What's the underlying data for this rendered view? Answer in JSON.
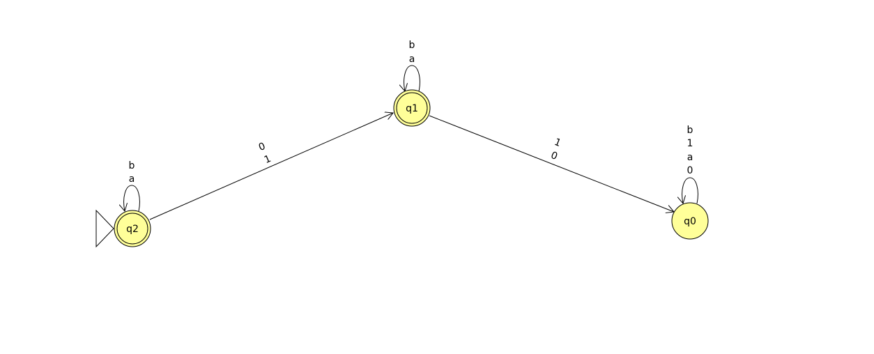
{
  "colors": {
    "state_fill": "#ffff99",
    "stroke": "#000000",
    "background": "#ffffff"
  },
  "states": {
    "q2": {
      "name": "q2",
      "initial": true,
      "accepting": true
    },
    "q1": {
      "name": "q1",
      "initial": false,
      "accepting": true
    },
    "q0": {
      "name": "q0",
      "initial": false,
      "accepting": false
    }
  },
  "transitions": {
    "q2_loop": {
      "from": "q2",
      "to": "q2",
      "labels": [
        "b",
        "a"
      ]
    },
    "q2_q1": {
      "from": "q2",
      "to": "q1",
      "labels": [
        "0",
        "1"
      ]
    },
    "q1_loop": {
      "from": "q1",
      "to": "q1",
      "labels": [
        "b",
        "a"
      ]
    },
    "q1_q0": {
      "from": "q1",
      "to": "q0",
      "labels": [
        "1",
        "0"
      ]
    },
    "q0_loop": {
      "from": "q0",
      "to": "q0",
      "labels": [
        "b",
        "1",
        "a",
        "0"
      ]
    }
  }
}
